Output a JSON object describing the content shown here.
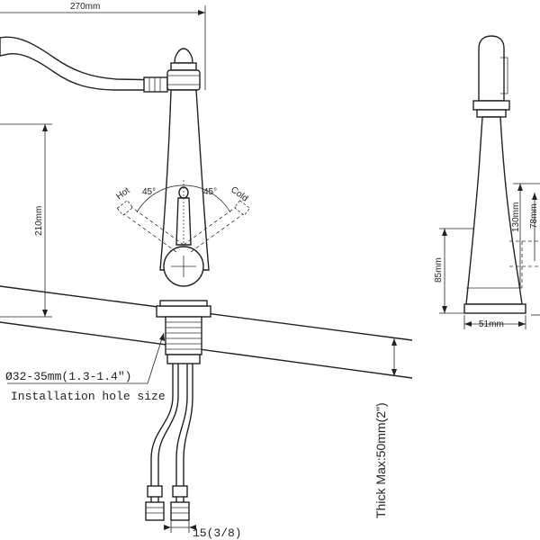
{
  "labels": {
    "width_270": "270mm",
    "height_210": "210mm",
    "hot": "Hot",
    "cold": "Cold",
    "angle_left": "45°",
    "angle_right": "45°",
    "hole_diameter": "Ø32-35mm(1.3-1.4\")",
    "hole_caption": "Installation hole size",
    "thick_max": "Thick Max:50mm(2\")",
    "hose_thread": "15(3/8)",
    "height_85": "85mm",
    "height_130": "130mm",
    "height_78": "78mm",
    "base_51": "51mm"
  }
}
